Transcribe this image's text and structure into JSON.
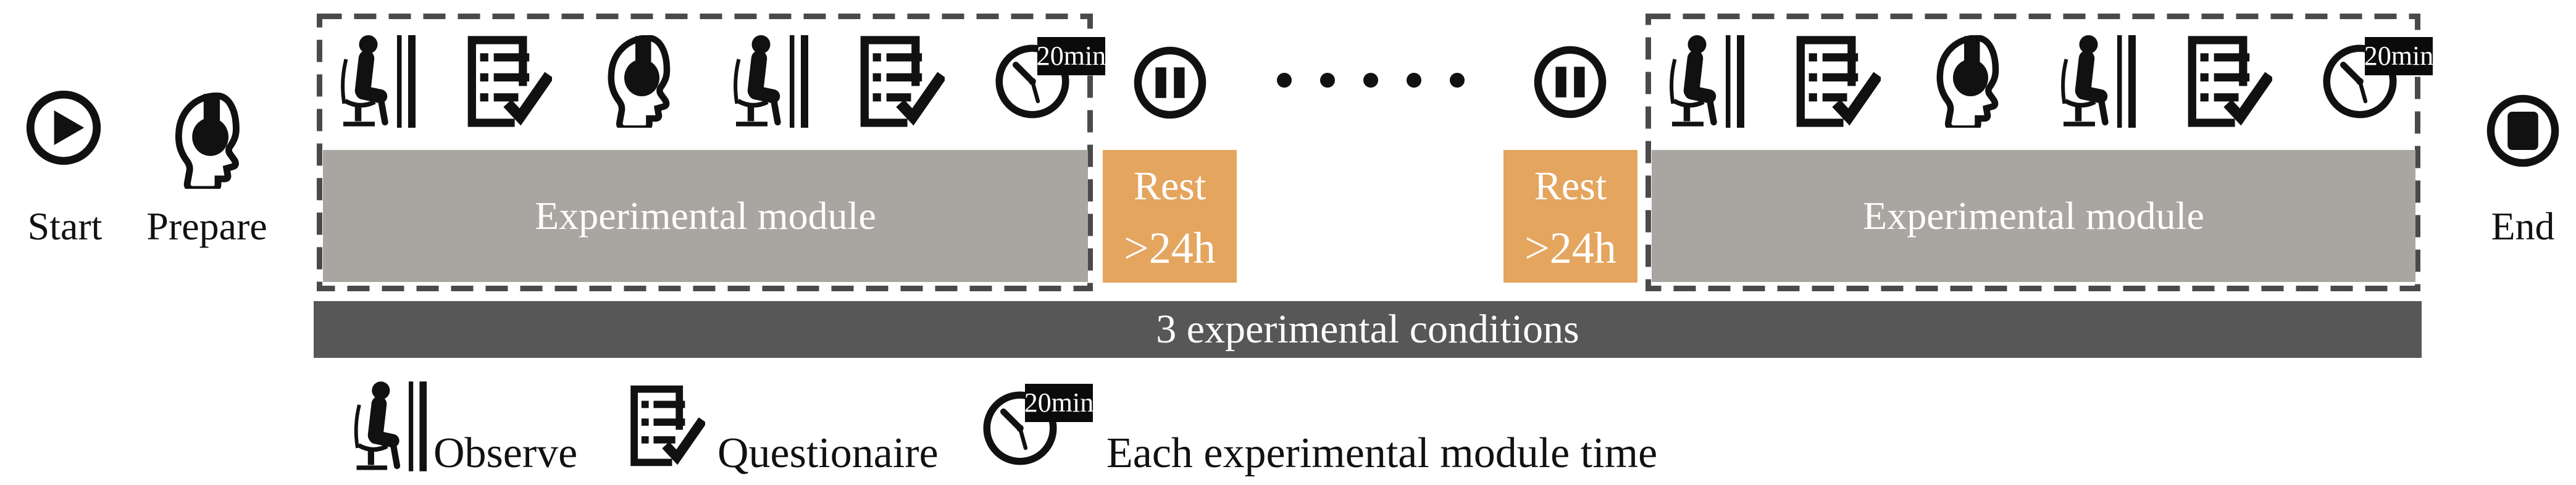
{
  "flow": {
    "start": {
      "label": "Start",
      "icon": "play-icon"
    },
    "prepare": {
      "label": "Prepare",
      "icon": "listening-head-icon"
    },
    "modules": [
      {
        "bar_label": "Experimental module",
        "icons": [
          "observe-icon",
          "questionnaire-icon",
          "listening-head-icon",
          "observe-icon",
          "questionnaire-icon",
          "timer-20min-icon"
        ],
        "timer_badge": "20min"
      },
      {
        "bar_label": "Experimental module",
        "icons": [
          "observe-icon",
          "questionnaire-icon",
          "listening-head-icon",
          "observe-icon",
          "questionnaire-icon",
          "timer-20min-icon"
        ],
        "timer_badge": "20min"
      }
    ],
    "pauses": [
      {
        "icon": "pause-icon"
      },
      {
        "icon": "pause-icon"
      }
    ],
    "ellipsis_dot_count": 5,
    "rests": [
      {
        "title": "Rest",
        "duration": ">24h"
      },
      {
        "title": "Rest",
        "duration": ">24h"
      }
    ],
    "end": {
      "label": "End",
      "icon": "stop-icon"
    }
  },
  "conditions_bar": {
    "label": "3 experimental conditions"
  },
  "legend": {
    "items": [
      {
        "icon": "observe-icon",
        "label": "Observe"
      },
      {
        "icon": "questionnaire-icon",
        "label": "Questionaire"
      },
      {
        "icon": "timer-20min-icon",
        "label": "Each experimental module time",
        "badge": "20min"
      }
    ]
  },
  "colors": {
    "module_bar_gray": "#a9a5a0",
    "conditions_bar_dark": "#575757",
    "rest_orange": "#e4a55e",
    "icon_black": "#111111",
    "dashed_border": "#4a4a4a",
    "badge_black": "#0b0b0b"
  }
}
